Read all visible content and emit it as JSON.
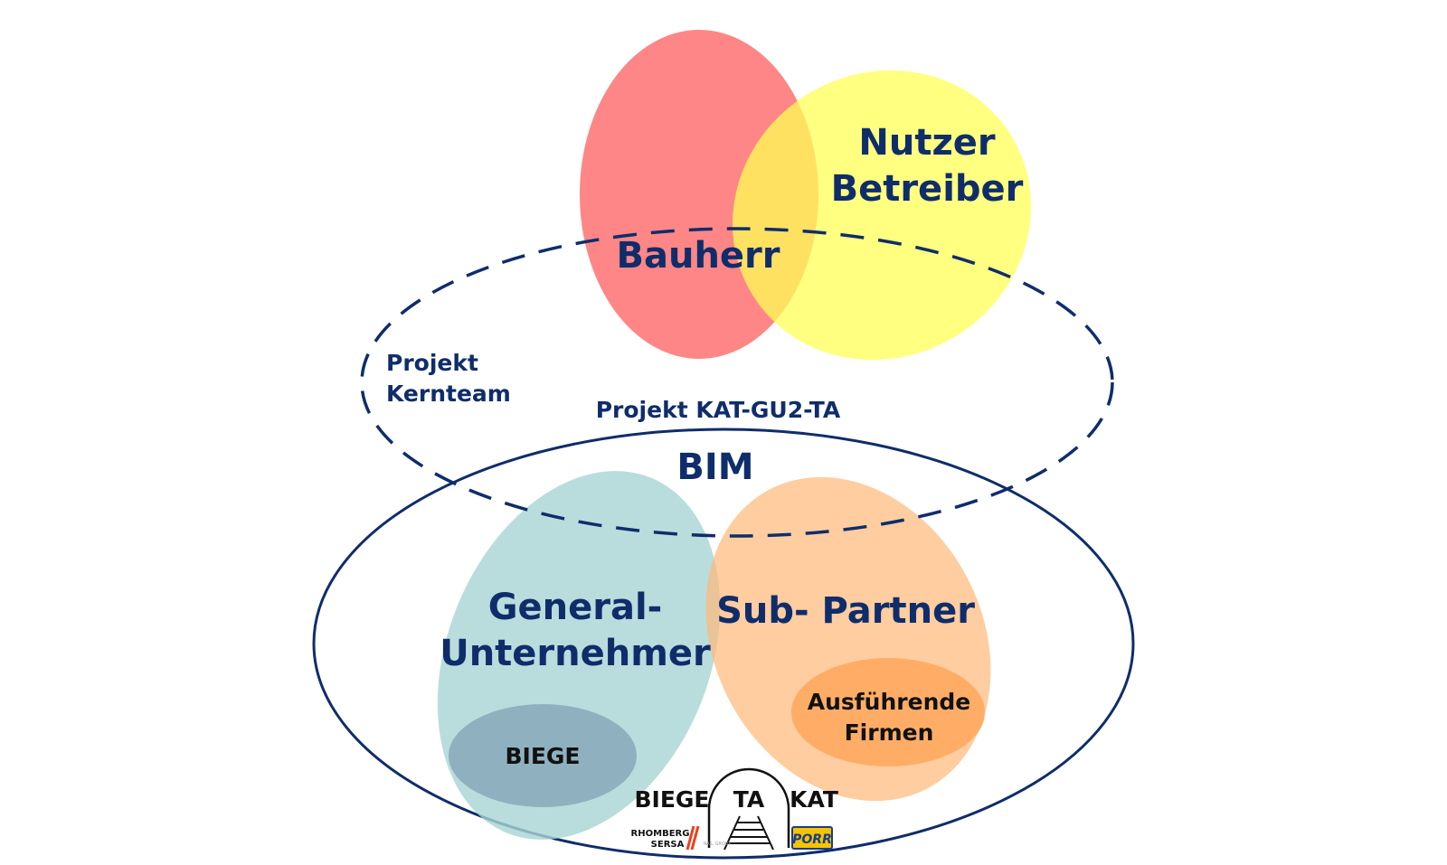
{
  "colors": {
    "navy": "#0f2d6b",
    "bauherr": "#ff5a5a",
    "nutzer": "#ffff55",
    "overlap_top": "#ff7c3a",
    "general": "#b3dad9",
    "general_inner": "#8fb0bf",
    "sub": "#ffc088",
    "sub_inner": "#ffae66",
    "overlap_bottom": "#d9b98d"
  },
  "labels": {
    "nutzer_line1": "Nutzer",
    "nutzer_line2": "Betreiber",
    "bauherr": "Bauherr",
    "kernteam_line1": "Projekt",
    "kernteam_line2": "Kernteam",
    "project_name": "Projekt KAT-GU2-TA",
    "bim": "BIM",
    "general_line1": "General-",
    "general_line2": "Unternehmer",
    "sub_partner": "Sub- Partner",
    "biege": "BIEGE",
    "ausfuehrende_line1": "Ausführende",
    "ausfuehrende_line2": "Firmen"
  },
  "logo": {
    "left": "BIEGE",
    "center": "TA",
    "right": "KAT",
    "rhomberg_line1": "RHOMBERG",
    "rhomberg_line2": "SERSA",
    "porr": "PORR"
  }
}
